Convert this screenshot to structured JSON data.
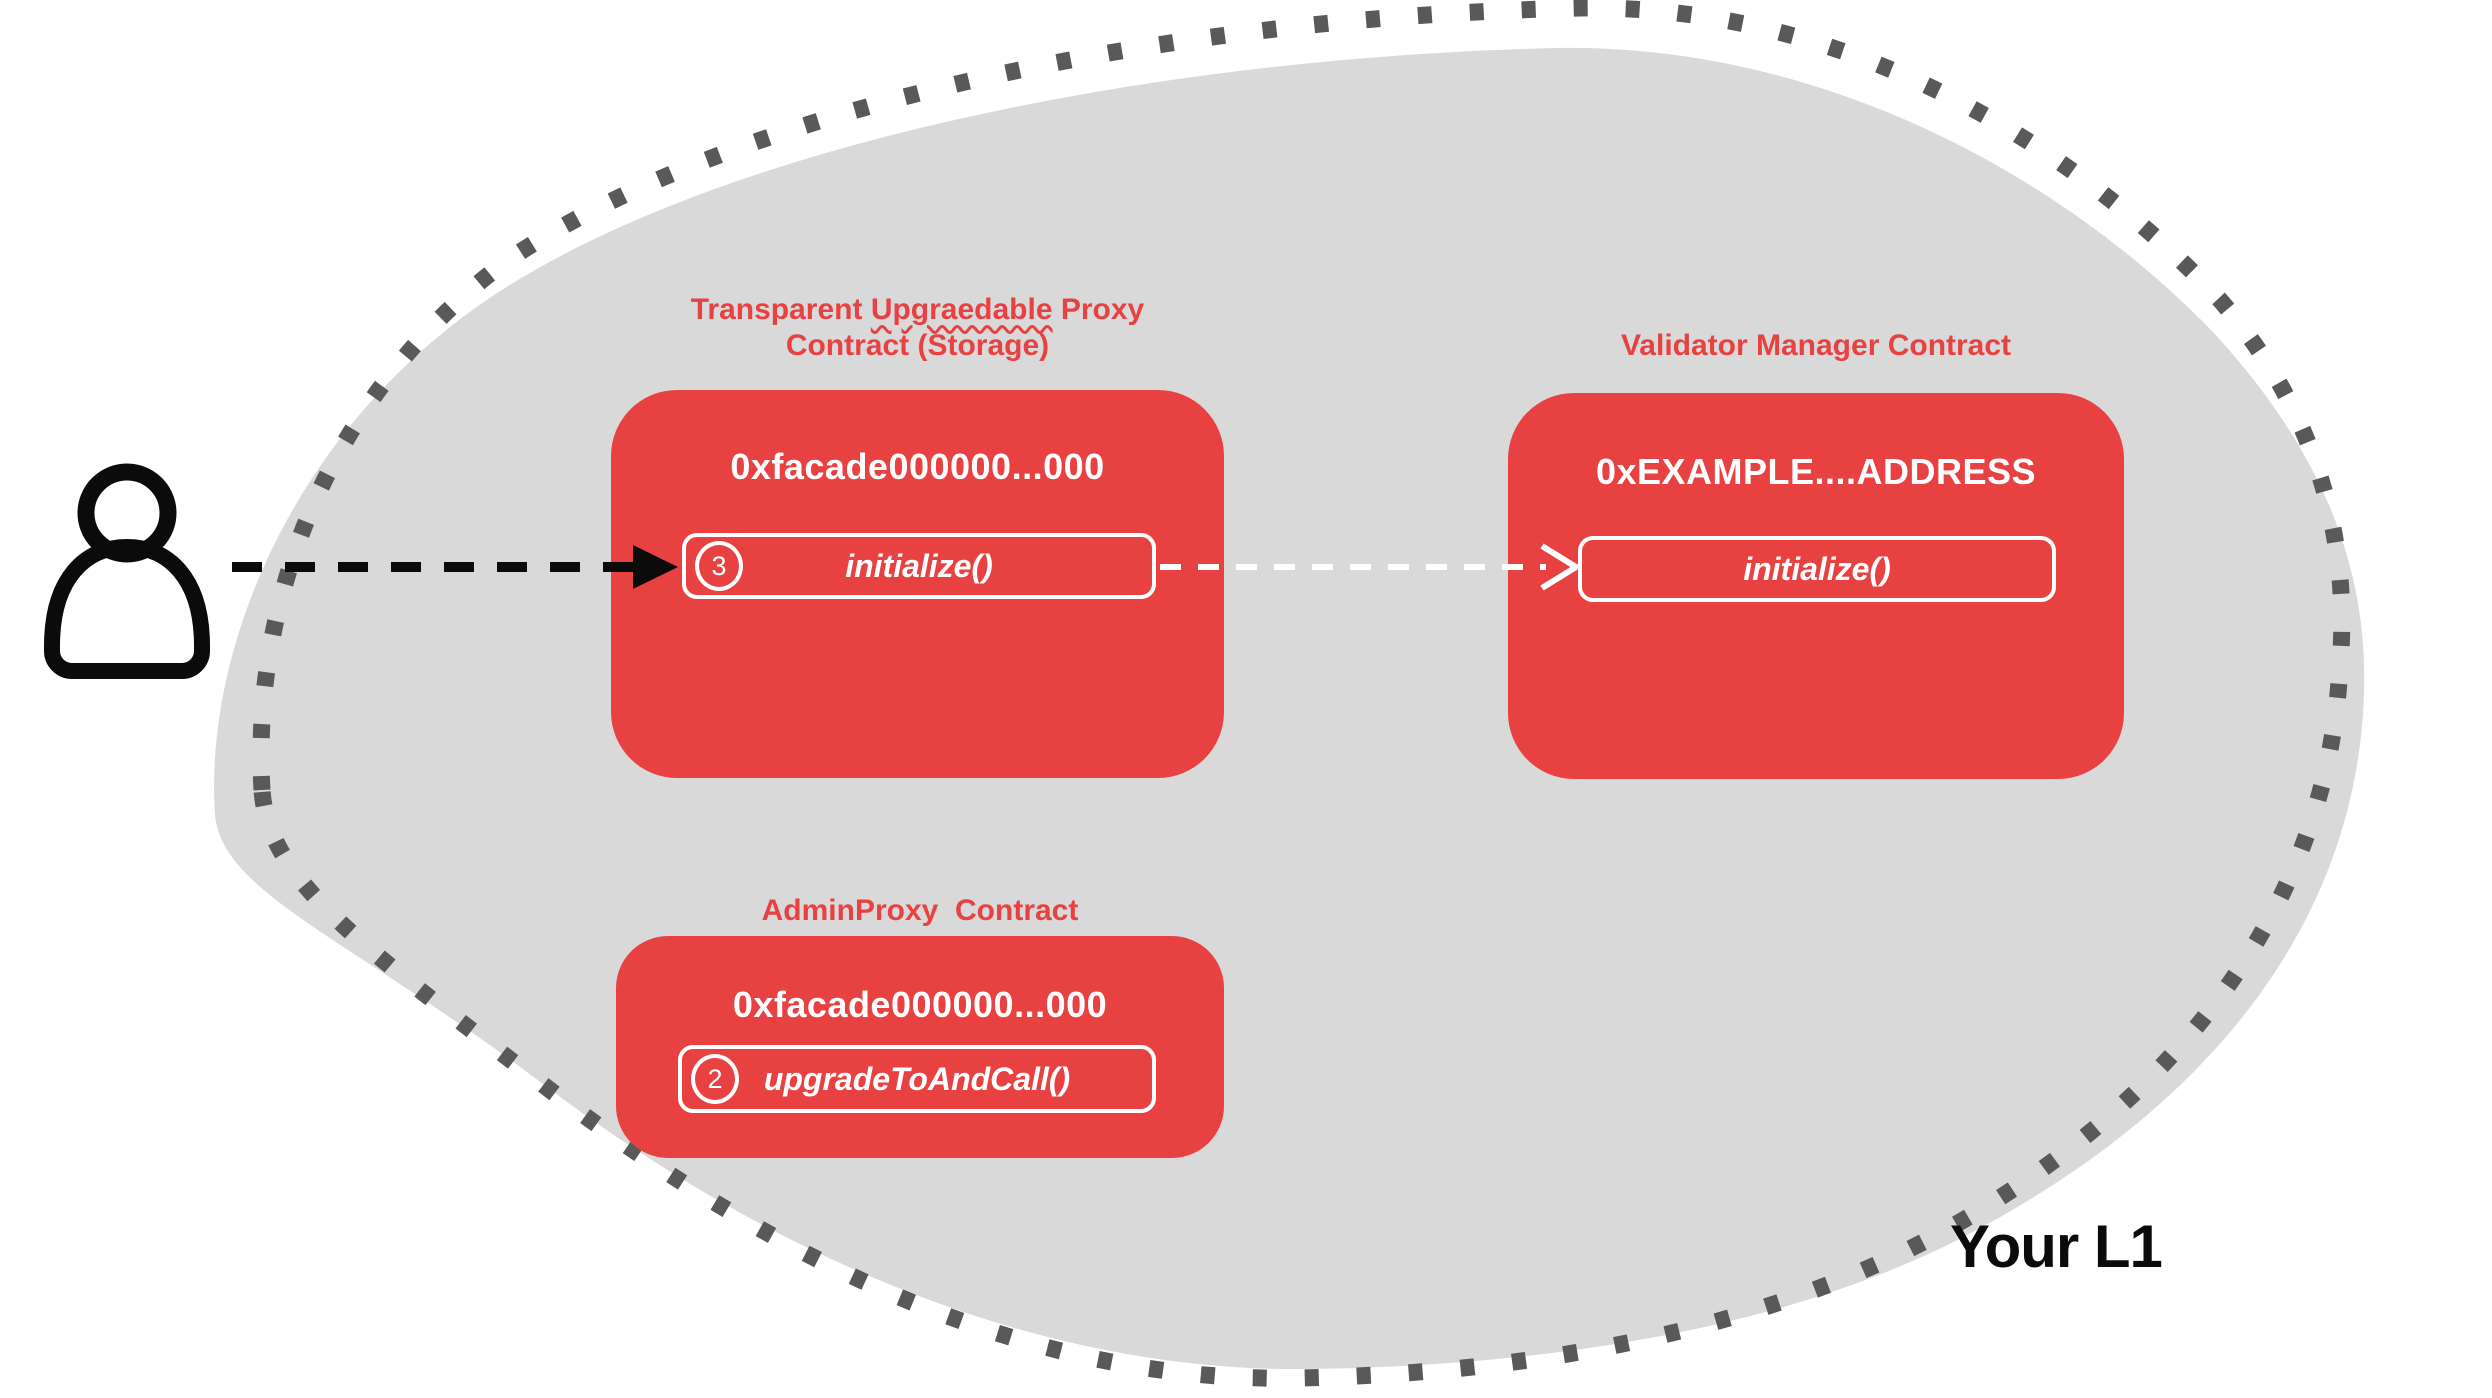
{
  "colors": {
    "contract_red": "#E84142",
    "region_gray": "#D9D9D9",
    "border_dot_gray": "#595959",
    "text_white": "#FFFFFF",
    "ink_black": "#0B0B0B"
  },
  "region": {
    "label": "Your L1"
  },
  "actor": {
    "icon": "person"
  },
  "contracts": [
    {
      "title_line1_prefix": "Transparent ",
      "title_line1_misspelled": "Upgraedable",
      "title_line1_suffix": " Proxy",
      "title_line2": "Contract (Storage)",
      "address": "0xfacade000000...000",
      "method": {
        "step": "3",
        "label": "initialize()"
      }
    },
    {
      "title": "Validator Manager Contract",
      "address": "0xEXAMPLE....ADDRESS",
      "method": {
        "label": "initialize()"
      }
    },
    {
      "title": "AdminProxy  Contract",
      "address": "0xfacade000000...000",
      "method": {
        "step": "2",
        "label": "upgradeToAndCall()"
      }
    }
  ]
}
